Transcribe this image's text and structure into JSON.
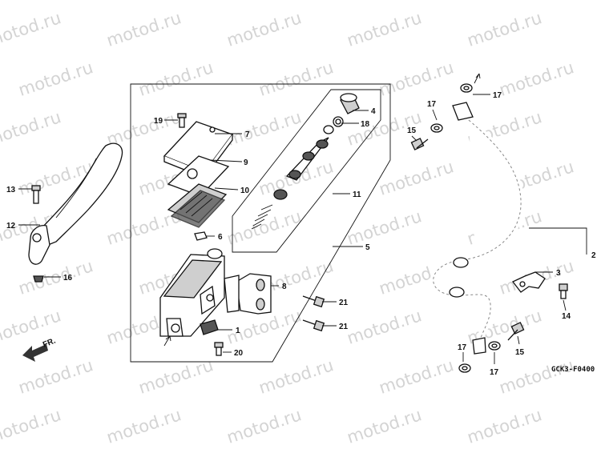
{
  "watermark": "motod.ru",
  "diagram_code": "GCK3-F0400",
  "direction_label": "FR.",
  "callouts": {
    "c1": "1",
    "c2": "2",
    "c3": "3",
    "c4": "4",
    "c5": "5",
    "c6": "6",
    "c7": "7",
    "c8": "8",
    "c9": "9",
    "c10": "10",
    "c11": "11",
    "c12": "12",
    "c13": "13",
    "c14": "14",
    "c15a": "15",
    "c15b": "15",
    "c16": "16",
    "c17a": "17",
    "c17b": "17",
    "c17c": "17",
    "c17d": "17",
    "c18": "18",
    "c19": "19",
    "c20": "20",
    "c21a": "21",
    "c21b": "21"
  }
}
